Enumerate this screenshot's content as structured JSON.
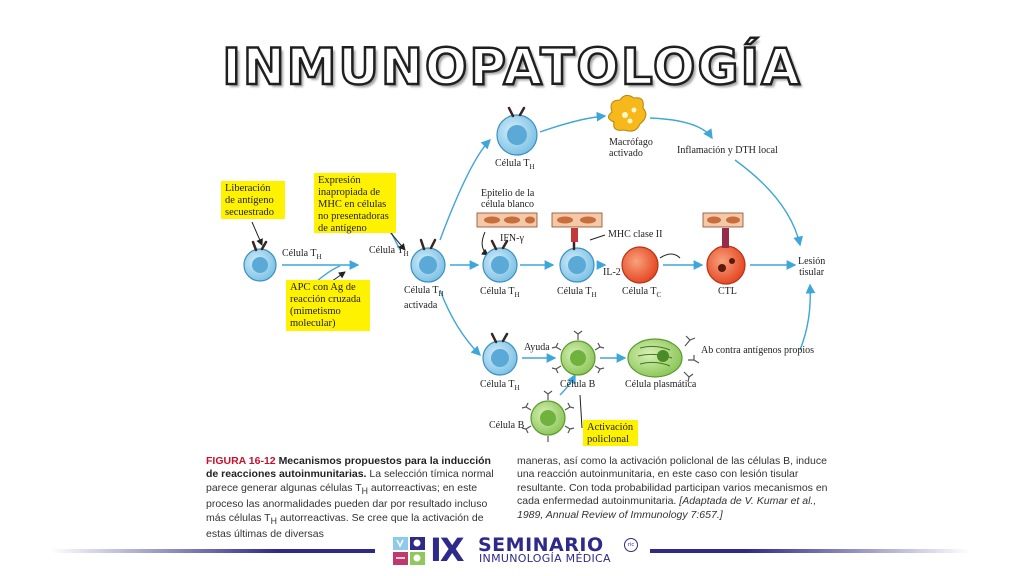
{
  "title": "INMUNOPATOLOGÍA",
  "diagram": {
    "boxes": {
      "liberacion": "Liberación de antígeno secuestrado",
      "expresion": "Expresión inapropiada de MHC en células no presentadoras de antígeno",
      "apc": "APC con Ag de reacción cruzada (mimetismo molecular)",
      "activacion": "Activación policlonal"
    },
    "labels": {
      "celula_th": "Célula T",
      "th_sub": "H",
      "celula_th_activada_line2": "activada",
      "macrofago": "Macrófago",
      "macrofago_line2": "activado",
      "inflamacion": "Inflamación y DTH local",
      "epitelio": "Epitelio de la",
      "epitelio_line2": "célula blanco",
      "ifn": "IFN-γ",
      "mhc_clase": "MHC clase II",
      "il2": "IL-2",
      "celula_tc": "Célula T",
      "tc_sub": "C",
      "ctl": "CTL",
      "lesion": "Lesión",
      "lesion_line2": "tisular",
      "ayuda": "Ayuda",
      "celula_b": "Célula B",
      "celula_plasmatica": "Célula plasmática",
      "ab_contra": "Ab contra antígenos propios"
    }
  },
  "caption": {
    "fig_label": "FIGURA 16-12",
    "bold": "Mecanismos propuestos para la inducción de reacciones autoinmunitarias.",
    "left_1": "La selección tímica normal parece generar algunas células T",
    "left_2": "autorreactivas; en este proceso las anormalidades pueden dar por resultado incluso más células T",
    "left_3": "autorreactivas. Se cree que la activación de estas últimas de diversas",
    "sub_h": "H",
    "right_1": "maneras, así como la activación policlonal de las células B, induce una reacción autoinmunitaria, en este caso con lesión tisular resultante. Con toda probabilidad participan varios mecanismos en cada enfermedad autoinmunitaria.",
    "ref": "[Adaptada de V. Kumar et al., 1989, Annual Review of Immunology 7:657.]"
  },
  "logo": {
    "roman": "IX",
    "seminario": "SEMINARIO",
    "subtitle": "INMUNOLOGÍA MÉDICA",
    "mark": "ric"
  },
  "colors": {
    "yellow_box": "#fff200",
    "arrow": "#3ea6d8",
    "t_cell": "#8ecbea",
    "tc_cell": "#ef5b3a",
    "b_cell": "#9fd36b",
    "logo_blue": "#2e2a8a",
    "figure_red": "#c8102e"
  }
}
